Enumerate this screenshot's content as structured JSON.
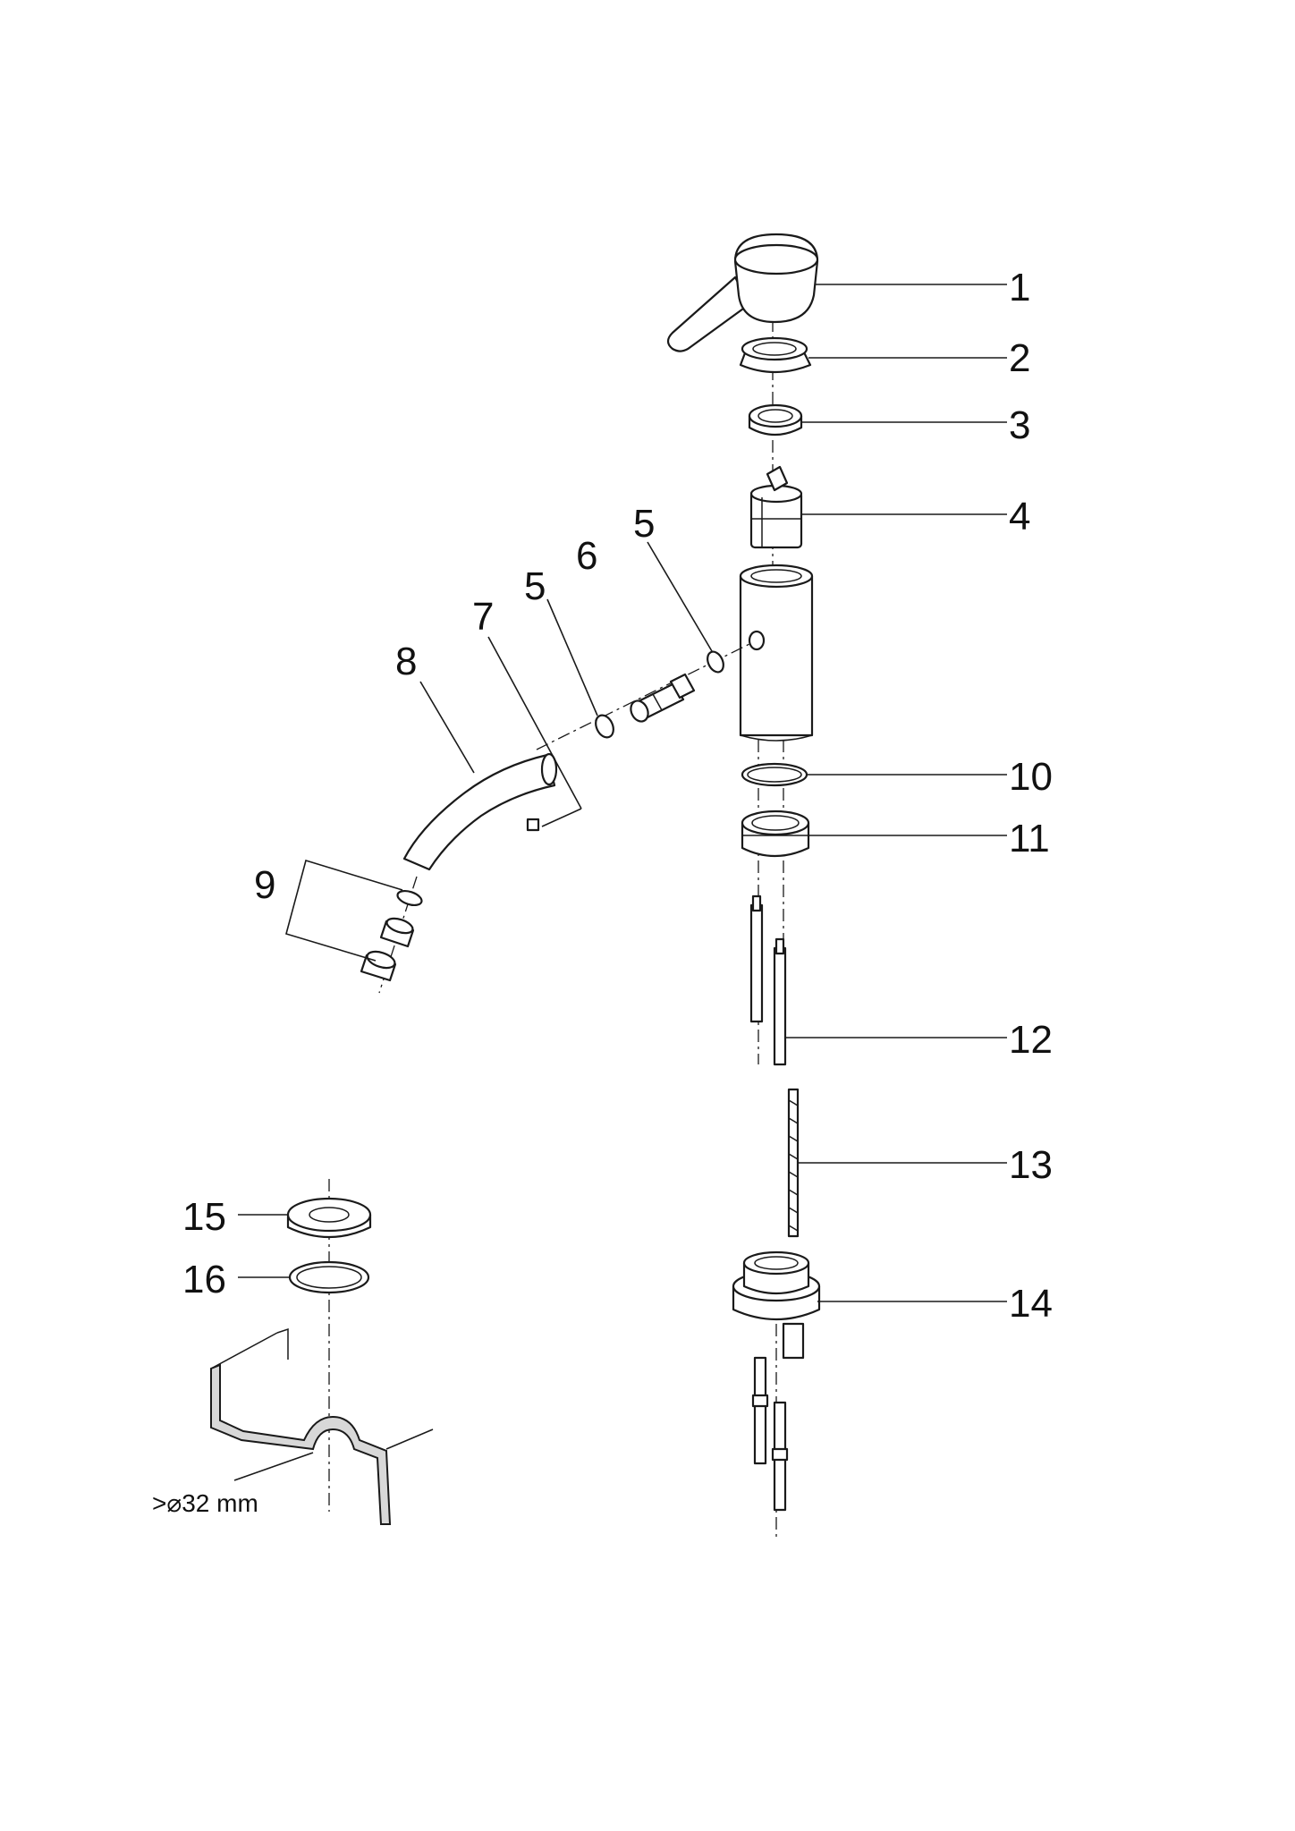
{
  "callouts": {
    "c1": "1",
    "c2": "2",
    "c3": "3",
    "c4": "4",
    "c5a": "5",
    "c5b": "5",
    "c6": "6",
    "c7": "7",
    "c8": "8",
    "c9": "9",
    "c10": "10",
    "c11": "11",
    "c12": "12",
    "c13": "13",
    "c14": "14",
    "c15": "15",
    "c16": "16"
  },
  "note": {
    "hole_diameter": ">⌀32 mm"
  }
}
